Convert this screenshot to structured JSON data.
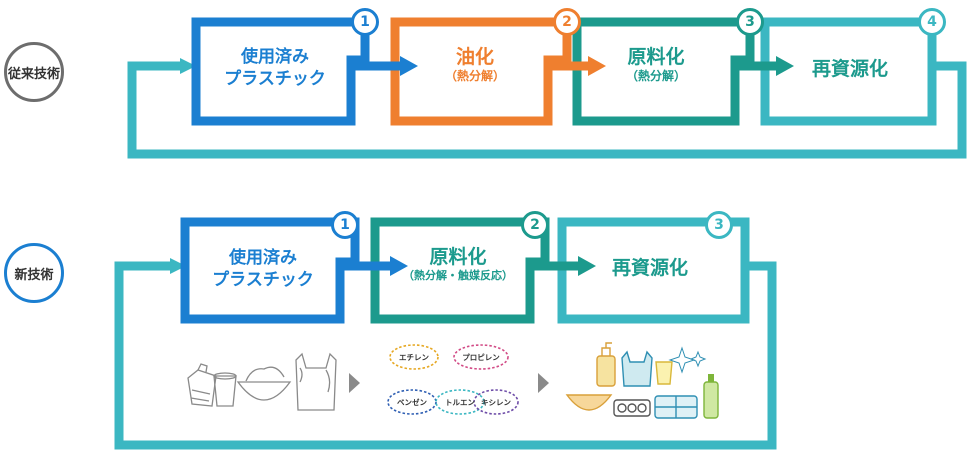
{
  "conventional": {
    "label": "従来技術",
    "label_color": "#6d6d6d",
    "steps": [
      {
        "number": "1",
        "title_line1": "使用済み",
        "title_line2": "プラスチック",
        "sub": "",
        "color": "#1b7fd1"
      },
      {
        "number": "2",
        "title_line1": "油化",
        "title_line2": "",
        "sub": "（熱分解）",
        "color": "#ef7f2f"
      },
      {
        "number": "3",
        "title_line1": "原料化",
        "title_line2": "",
        "sub": "（熱分解）",
        "color": "#1c9a8d"
      },
      {
        "number": "4",
        "title_line1": "再資源化",
        "title_line2": "",
        "sub": "",
        "color": "#3bb7c2"
      }
    ]
  },
  "new_tech": {
    "label": "新技術",
    "label_color": "#1b7fd1",
    "steps": [
      {
        "number": "1",
        "title_line1": "使用済み",
        "title_line2": "プラスチック",
        "sub": "",
        "color": "#1b7fd1"
      },
      {
        "number": "2",
        "title_line1": "原料化",
        "title_line2": "",
        "sub": "（熱分解・触媒反応）",
        "color": "#1c9a8d"
      },
      {
        "number": "3",
        "title_line1": "再資源化",
        "title_line2": "",
        "sub": "",
        "color": "#3bb7c2"
      }
    ],
    "chemicals": [
      "エチレン",
      "プロピレン",
      "ベンゼン",
      "トルエン",
      "キシレン"
    ]
  },
  "icons": {
    "waste": "used-plastic-items-icon",
    "chemicals": "chemical-clouds-icon",
    "products": "recycled-products-icon"
  }
}
